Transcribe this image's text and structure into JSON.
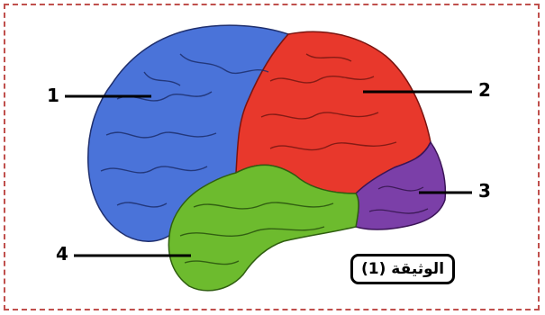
{
  "labels": {
    "n1": "1",
    "n2": "2",
    "n3": "3",
    "n4": "4"
  },
  "caption": "الوثيقة (1)",
  "colors": {
    "frontal": "#4a73d9",
    "parietal": "#e8382c",
    "occipital": "#7b3fa8",
    "temporal": "#6dbb2e",
    "frame": "#c0504d"
  }
}
